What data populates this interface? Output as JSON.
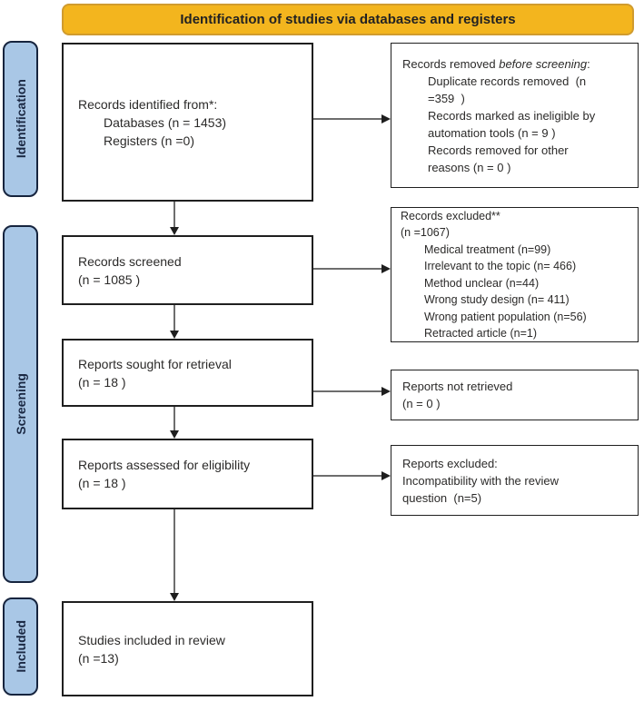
{
  "banner": {
    "title": "Identification of studies via databases and registers"
  },
  "stages": {
    "identification": "Identification",
    "screening": "Screening",
    "included": "Included"
  },
  "main": {
    "identified": {
      "title": "Records identified from*:",
      "items": [
        "Databases (n = 1453)",
        "Registers (n =0)"
      ]
    },
    "screened": {
      "title": "Records screened",
      "count": "(n = 1085 )"
    },
    "sought": {
      "title": "Reports sought for retrieval",
      "count": "(n = 18 )"
    },
    "assessed": {
      "title": "Reports assessed for eligibility",
      "count": "(n = 18 )"
    },
    "included": {
      "title": "Studies included in review",
      "count": "(n =13)"
    }
  },
  "side": {
    "removed": {
      "title_parts": [
        "Records removed ",
        "before screening",
        ":"
      ],
      "items": [
        "Duplicate records removed  (n\n=359  )",
        "Records marked as ineligible by\nautomation tools (n = 9 )",
        "Records removed for other\nreasons (n = 0 )"
      ]
    },
    "excluded": {
      "title": "Records excluded**",
      "count": "(n =1067)",
      "items": [
        "Medical treatment (n=99)",
        "Irrelevant to the topic (n= 466)",
        "Method unclear (n=44)",
        "Wrong study design (n= 411)",
        "Wrong patient population (n=56)",
        "Retracted article (n=1)"
      ]
    },
    "not_retrieved": {
      "title": "Reports not retrieved",
      "count": "(n = 0 )"
    },
    "reports_excluded": {
      "title": "Reports excluded:",
      "detail": "Incompatibility with the review\nquestion  (n=5)"
    }
  },
  "colors": {
    "banner_fill": "#F3B51E",
    "banner_border": "#D09B2E",
    "stage_fill": "#A9C7E6",
    "stage_border": "#16243E",
    "box_border": "#1F1F1F",
    "arrow": "#3D3D3D",
    "text": "#2B2A29"
  }
}
